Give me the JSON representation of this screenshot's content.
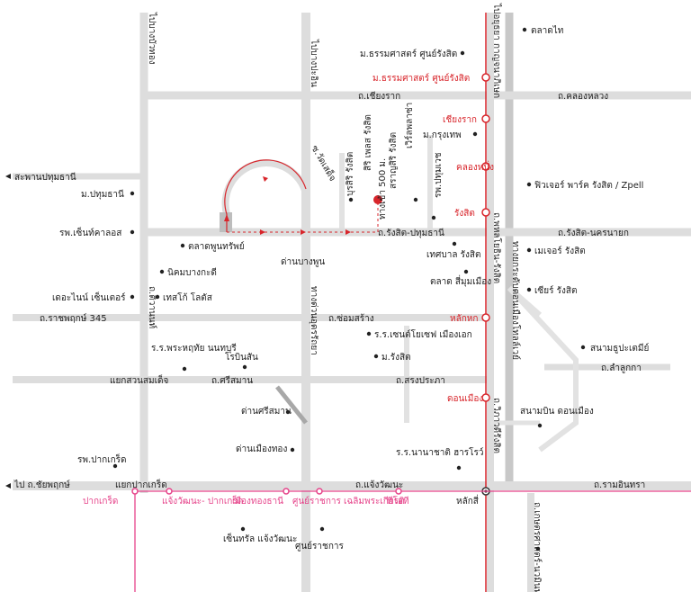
{
  "colors": {
    "road": "#e0e0e0",
    "expressway": "#c9c9c9",
    "red_line": "#d8252b",
    "pink_line": "#e6438a",
    "text": "#222222",
    "marker": "#d8252b"
  },
  "roads": {
    "rangsit_pathum": "ถ.รังสิต-ปทุมธานี",
    "rangsit_nakhonnayok": "ถ.รังสิต-นครนายก",
    "chiang_rak": "ถ.เชียงราก",
    "khlong_luang": "ถ.คลองหลวง",
    "sapan_pathum": "สะพานปทุมธานี",
    "ratchaphruek": "ถ.ราชพฤกษ์ 345",
    "chor_song": "ถ.ซ่อมสร้าง",
    "srisaman": "ถ.ศรีสมาน",
    "songprapa": "ถ.สรงประภา",
    "lamlukka": "ถ.ลำลูกกา",
    "chaengwattana": "ถ.แจ้งวัฒนะ",
    "ram_intra": "ถ.รามอินทรา",
    "chaiyaphruek": "ไป ถ.ชัยพฤกษ์",
    "to_bang_bua_thong": "ไปบางบัวทอง",
    "to_bang_pa_in": "ไปบางปะอิน",
    "tiwanon": "ถ.ติวานนท์",
    "local_road": "ทางด่วนอุดรรัถยา",
    "to_ayutthaya": "ไปอยุธยา กาญจนาภิเษก",
    "phahonyothin": "ถ.พหลโยธิน-รังสิต",
    "vibhavadi": "ถ.วิภาวดีรังสิต",
    "don_mueang_tollway": "ทางยกระดับดอนเมืองโทลล์เวย์",
    "kaset_nawamin": "ถ.เกษตรศาสตร์-นวมินทร์",
    "soi_wat": "ซ.วัดเสด็จ",
    "junction_pak_kret": "แยกปากเกร็ด",
    "junction_suan_somdet": "แยกสวนสมเด็จ"
  },
  "places": {
    "talad_thai": "ตลาดไท",
    "tu_rangsit": "ม.ธรรมศาสตร์ ศูนย์รังสิต",
    "u_krungthep": "ม.กรุงเทพ",
    "future_park": "ฟิวเจอร์ พาร์ค รังสิต / Zpell",
    "u_pathum": "ม.ปทุมธานี",
    "central_clinic": "รพ.เซ็นท์คาลอส",
    "talad_phunsap": "ตลาดพูนทรัพย์",
    "nikhom_bangkadi": "นิคมบางกะดี",
    "tesco_lotus": "เทสโก้ โลตัส",
    "the_nine_center": "เดอะไนน์ เซ็นเตอร์",
    "major_rangsit": "เมเจอร์ รังสิต",
    "seacon_rangsit": "เซียร์ รังสิต",
    "tessaban": "เทศบาล รังสิต",
    "talad_si_mum": "ตลาด สี่มุมเมือง",
    "rrc_phakkhai": "ร.ร.พระหฤทัย นนทบุรี",
    "robinson": "โรบินสัน",
    "st_joseph": "ร.ร.เซนต์โยเซฟ เมืองเอก",
    "u_rangsit": "ม.รังสิต",
    "siri_place": "สิริ เพลส รังสิต",
    "buri_sirirangsit": "บุรสิริ รังสิต",
    "sansiri": "สราญสิริ รังสิต",
    "entrance": "ทางเข้า 500 ม.",
    "world_plaza": "เวิร์ลพลาซ่า",
    "rp_pathum": "รพ.ปทุมเวช",
    "rp_pakkret": "รพ.ปากเกร็ด",
    "sanam_golf": "สนามธูปะเตมีย์",
    "don_mueang_airport": "สนามบิน ดอนเมือง",
    "nana_chat": "ร.ร.นานาชาติ ฮารโรว์",
    "central_chaeng": "เซ็นทรัล แจ้งวัฒนะ",
    "govt_center": "ศูนย์ราชการ"
  },
  "tolls": {
    "bang_phun": "ด่านบางพูน",
    "srisaman": "ด่านศรีสมาน",
    "mueang_thong": "ด่านเมืองทอง"
  },
  "red_line_stations": {
    "tu": "ม.ธรรมศาสตร์ ศูนย์รังสิต",
    "chiang_rak": "เชียงราก",
    "khlong_nueng": "คลองหนึ่ง",
    "rangsit": "รังสิต",
    "lak_hok": "หลักหก",
    "don_mueang": "ดอนเมือง",
    "lak_si": "หลักสี่"
  },
  "pink_line_stations": {
    "pakkret": "ปากเกร็ด",
    "chaeng_pakkret": "แจ้งวัฒนะ- ปากเกร็ด",
    "mueang_thong": "เมืองทองธานี",
    "govt_center": "ศูนย์ราชการ เฉลิมพระเกียรติ",
    "tot": "ทีโอที",
    "lak_si": "หลักสี่"
  }
}
